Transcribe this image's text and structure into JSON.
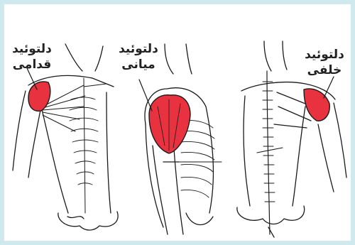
{
  "labels": {
    "anterior": {
      "line1": "دلتوئید",
      "line2": "قدامی"
    },
    "middle": {
      "line1": "دلتوئید",
      "line2": "میانی"
    },
    "posterior": {
      "line1": "دلتوئید",
      "line2": "خلفی"
    }
  },
  "colors": {
    "background": "#cfe9ee",
    "muscle_highlight": "#e8323f",
    "outline": "#1a1a1a"
  }
}
